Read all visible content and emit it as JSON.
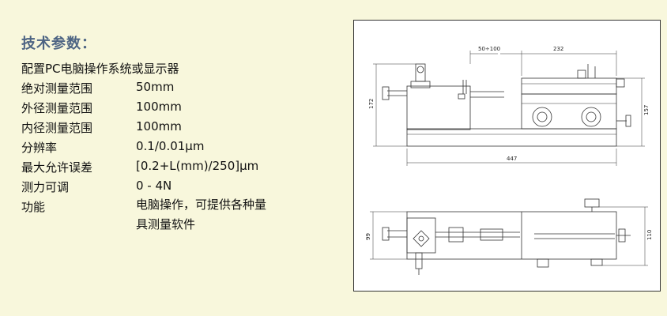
{
  "header": {
    "title": "技术参数：",
    "subtitle": "配置PC电脑操作系统或显示器"
  },
  "specs": [
    {
      "label": "绝对测量范围",
      "value": "50mm"
    },
    {
      "label": "外径测量范围",
      "value": "100mm"
    },
    {
      "label": "内径测量范围",
      "value": "100mm"
    },
    {
      "label": "分辨率",
      "value": "0.1/0.01μm"
    },
    {
      "label": "最大允许误差",
      "value": "[0.2+L(mm)/250]μm"
    },
    {
      "label": "测力可调",
      "value": "0 - 4N"
    },
    {
      "label": "功能",
      "value": "电脑操作，可提供各种量具测量软件"
    }
  ],
  "drawing": {
    "dims": {
      "range": "50÷100",
      "d232": "232",
      "d172": "172",
      "d157": "157",
      "d447": "447",
      "d99": "99",
      "d110": "110"
    }
  }
}
